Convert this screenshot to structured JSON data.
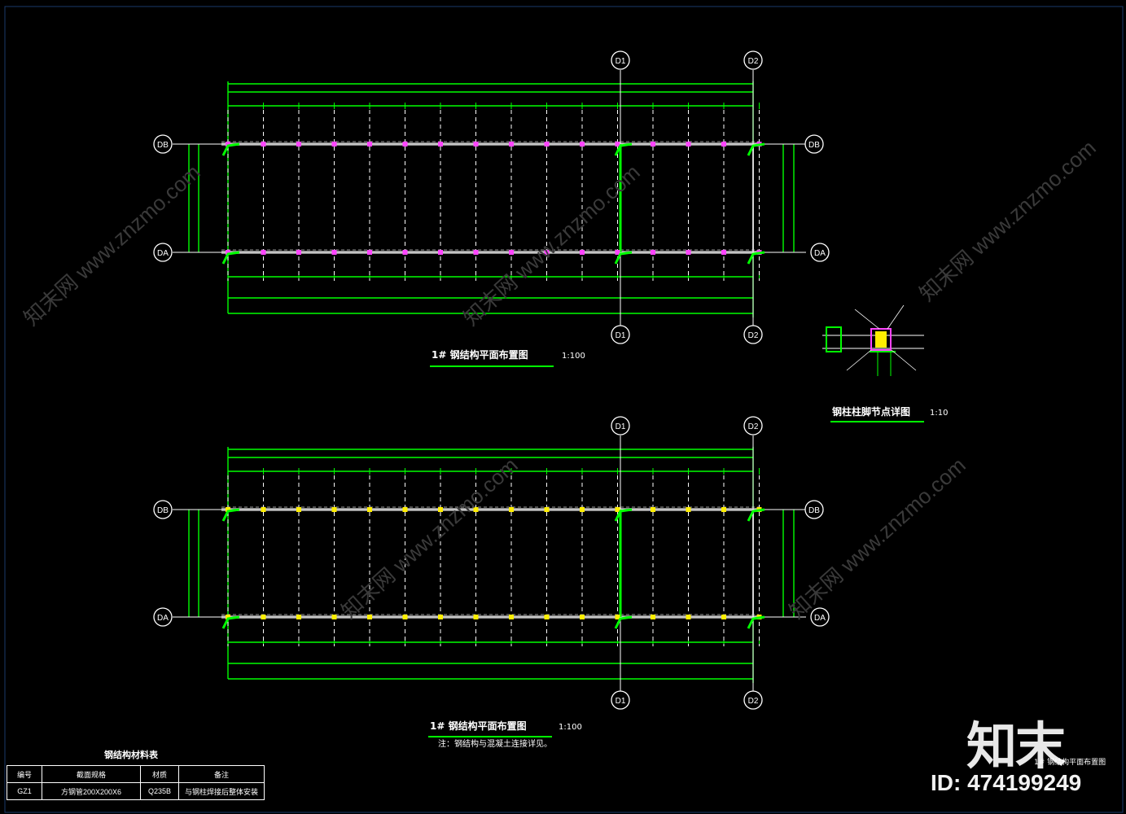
{
  "plans": [
    {
      "top_axes": [
        "D1",
        "D2"
      ],
      "bottom_axes": [
        "D1",
        "D2"
      ],
      "side_axes": [
        "DB",
        "DA"
      ],
      "caption": "1# 钢结构平面布置图",
      "scale": "1:100",
      "column_color": "#ff44ff"
    },
    {
      "top_axes": [
        "D1",
        "D2"
      ],
      "bottom_axes": [
        "D1",
        "D2"
      ],
      "side_axes": [
        "DB",
        "DA"
      ],
      "caption": "1# 钢结构平面布置图",
      "scale": "1:100",
      "note": "注：钢结构与混凝土连接详见。",
      "column_color": "#ffee00"
    }
  ],
  "detail": {
    "caption": "钢柱柱脚节点详图",
    "scale": "1:10"
  },
  "legend_table": {
    "title": "钢结构材料表",
    "headers": [
      "编号",
      "截面规格",
      "材质",
      "备注"
    ],
    "rows": [
      [
        "GZ1",
        "方钢管200X200X6",
        "Q235B",
        "与钢柱焊接后整体安装"
      ]
    ]
  },
  "watermark": "知末网 www.znzmo.com",
  "logo_text": "知末",
  "sheet_title": "1# 钢结构平面布置图",
  "id_text": "ID: 474199249",
  "colors": {
    "line": "#00ff00",
    "axis": "#ffffff",
    "background": "#000000"
  }
}
